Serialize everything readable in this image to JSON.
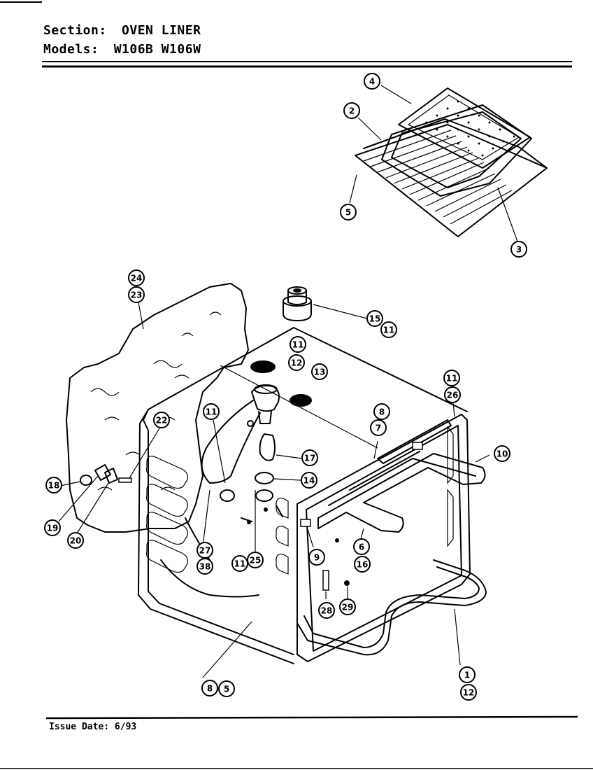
{
  "header": {
    "section_label": "Section:",
    "section_value": "OVEN LINER",
    "models_label": "Models:",
    "models_value": "W106B  W106W"
  },
  "footer": {
    "issue_date": "Issue Date: 6/93"
  },
  "callouts": [
    "4",
    "2",
    "5",
    "3",
    "24",
    "23",
    "15",
    "11",
    "11",
    "12",
    "13",
    "11",
    "26",
    "8",
    "7",
    "22",
    "11",
    "17",
    "10",
    "14",
    "18",
    "19",
    "20",
    "27",
    "38",
    "11",
    "25",
    "9",
    "6",
    "16",
    "28",
    "29",
    "8",
    "5",
    "1",
    "12"
  ]
}
